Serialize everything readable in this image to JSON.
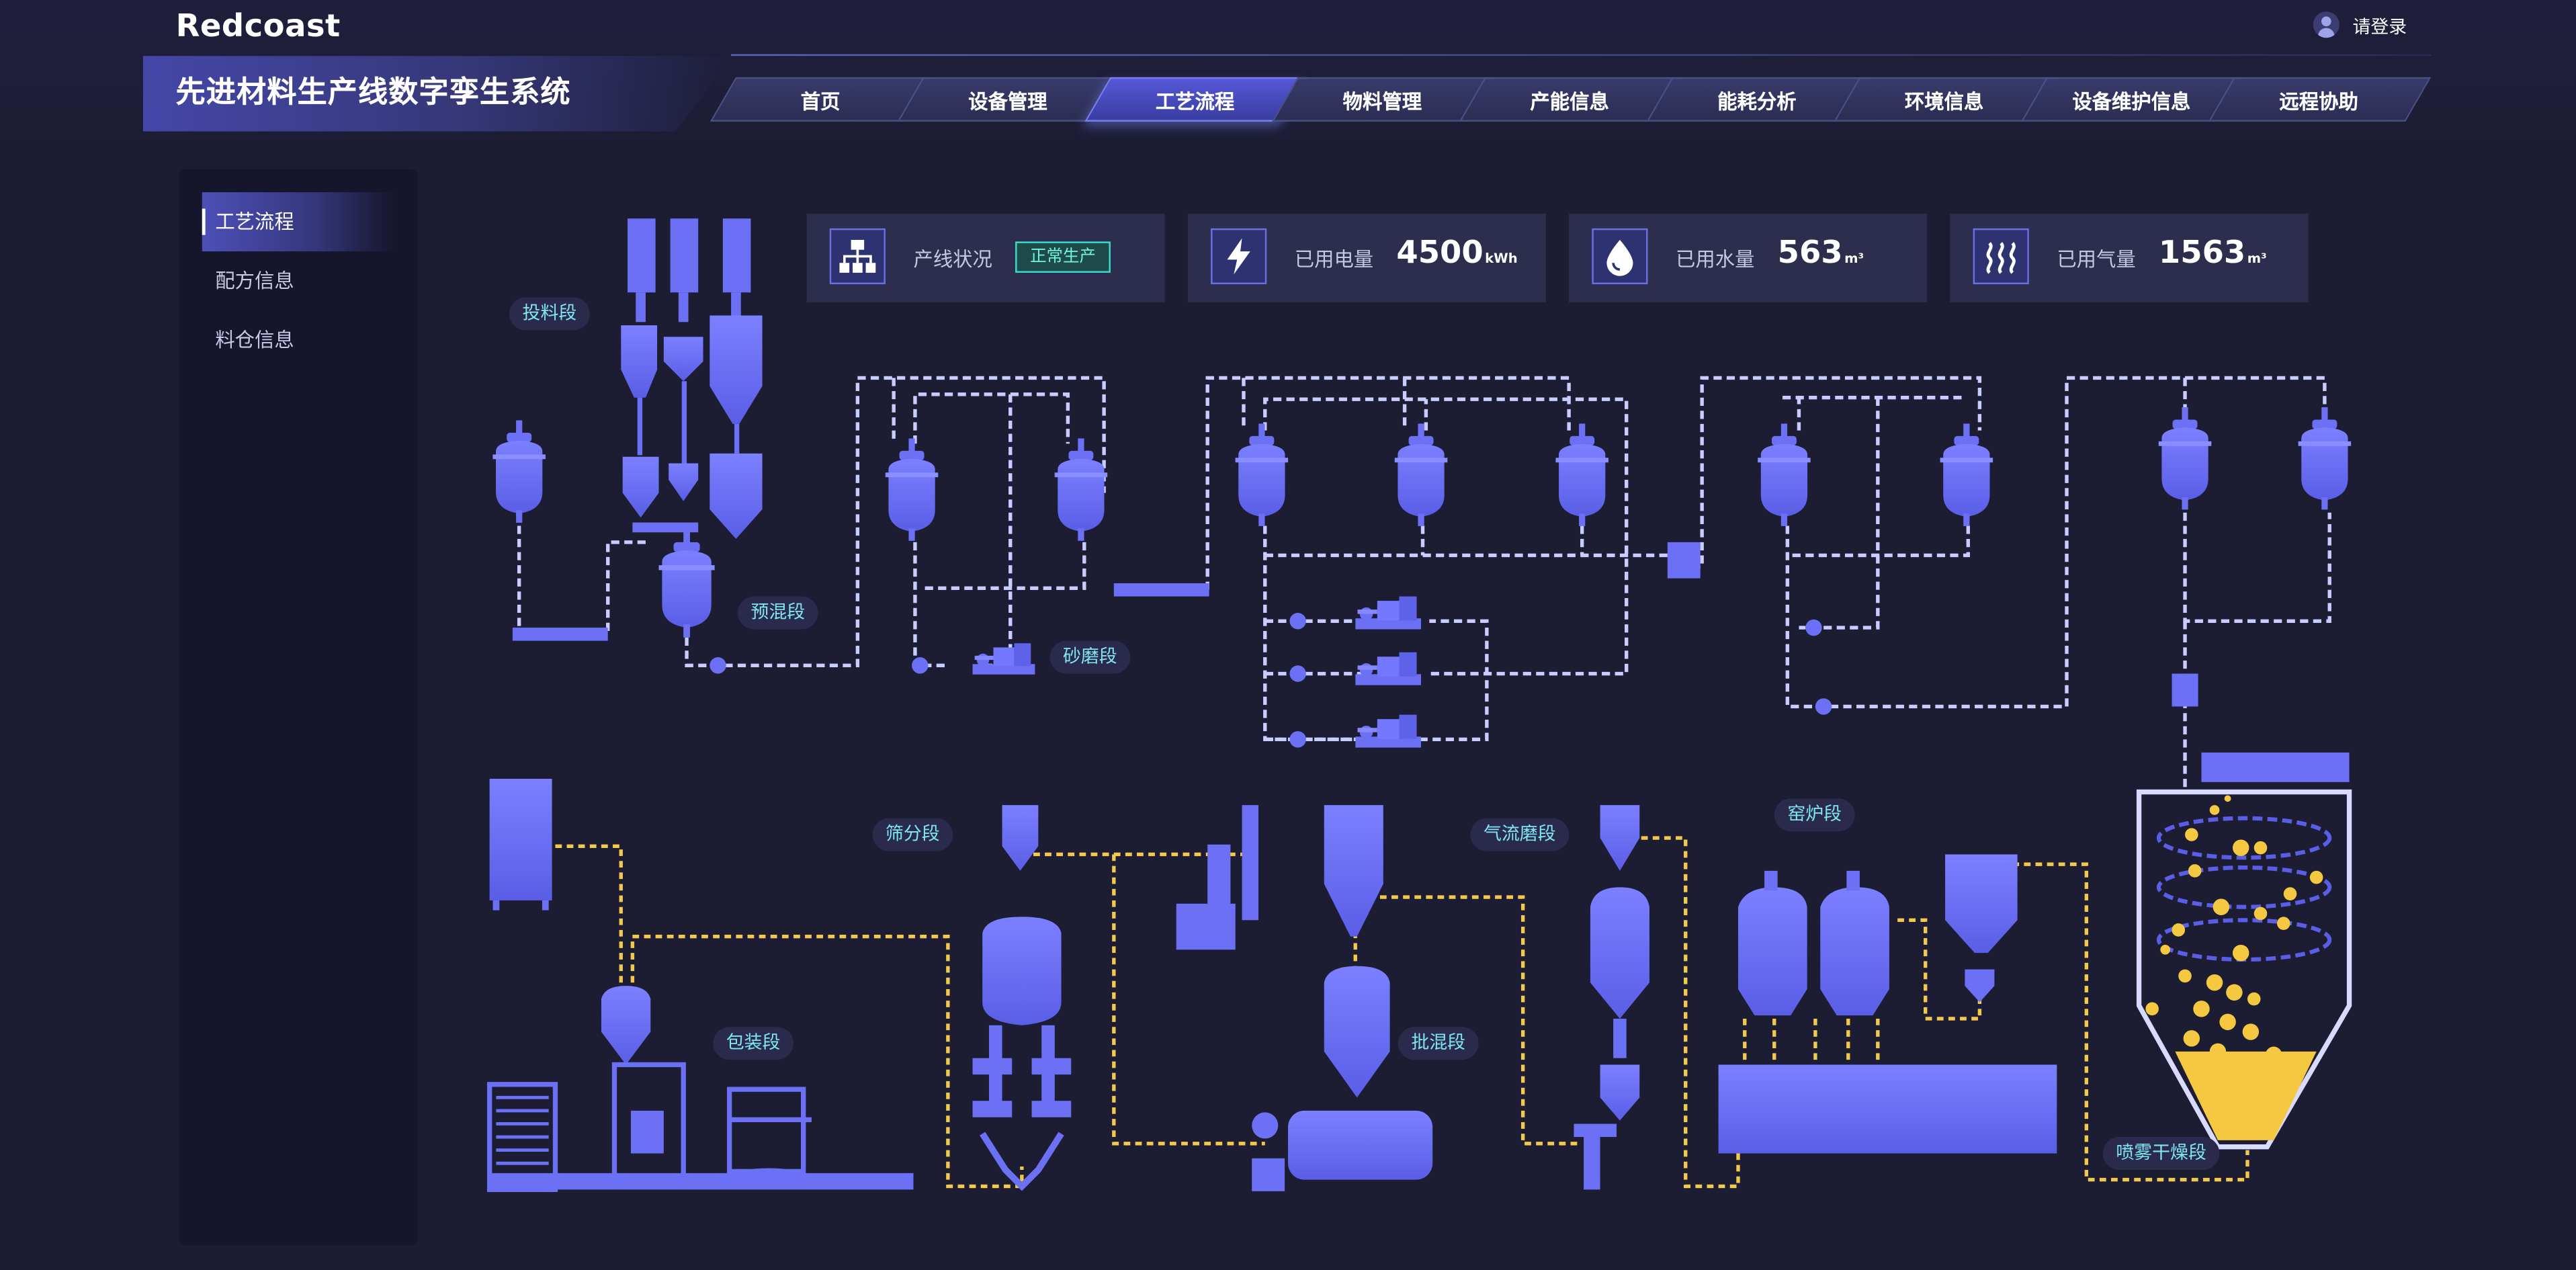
{
  "brand": "Redcoast",
  "system_title": "先进材料生产线数字孪生系统",
  "login_label": "请登录",
  "nav_tabs": [
    {
      "label": "首页",
      "active": false
    },
    {
      "label": "设备管理",
      "active": false
    },
    {
      "label": "工艺流程",
      "active": true
    },
    {
      "label": "物料管理",
      "active": false
    },
    {
      "label": "产能信息",
      "active": false
    },
    {
      "label": "能耗分析",
      "active": false
    },
    {
      "label": "环境信息",
      "active": false
    },
    {
      "label": "设备维护信息",
      "active": false
    },
    {
      "label": "远程协助",
      "active": false
    }
  ],
  "sidebar": {
    "items": [
      {
        "label": "工艺流程",
        "active": true
      },
      {
        "label": "配方信息",
        "active": false
      },
      {
        "label": "料仓信息",
        "active": false
      }
    ]
  },
  "stats": [
    {
      "label": "产线状况",
      "badge": "正常生产",
      "icon": "org-chart-icon"
    },
    {
      "label": "已用电量",
      "value": "4500",
      "unit": "kWh",
      "icon": "lightning-icon"
    },
    {
      "label": "已用水量",
      "value": "563",
      "unit": "m³",
      "icon": "water-drop-icon"
    },
    {
      "label": "已用气量",
      "value": "1563",
      "unit": "m³",
      "icon": "gas-heat-icon"
    }
  ],
  "process_segments": [
    "投料段",
    "预混段",
    "砂磨段",
    "筛分段",
    "气流磨段",
    "窑炉段",
    "包装段",
    "批混段",
    "喷雾干燥段"
  ],
  "colors": {
    "background": "#1c1c33",
    "equipment": "#6c70f5",
    "pipe_upper": "#c9ccff",
    "pipe_lower": "#f2c94c",
    "accent_text": "#7fe6f2",
    "status_ok": "#36e0c8",
    "particles": "#f5c842"
  }
}
